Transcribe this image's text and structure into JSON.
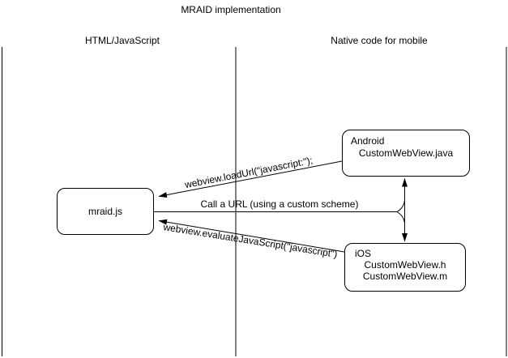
{
  "title": "MRAID implementation",
  "columns": {
    "left": {
      "label": "HTML/JavaScript"
    },
    "right": {
      "label": "Native code for mobile"
    }
  },
  "nodes": {
    "mraid": {
      "label": "mraid.js"
    },
    "android": {
      "title": "Android",
      "file": "CustomWebView.java"
    },
    "ios": {
      "title": "iOS",
      "files": [
        "CustomWebView.h",
        "CustomWebView.m"
      ]
    }
  },
  "edges": {
    "load_url": {
      "label": "webview.loadUrl(\"javascript:\");"
    },
    "call_url": {
      "label": "Call a URL (using a custom scheme)"
    },
    "evaluate_js": {
      "label": "webview.evaluateJavaScript(\"javascript\")"
    }
  },
  "colors": {
    "stroke": "#000000",
    "background": "#ffffff"
  }
}
